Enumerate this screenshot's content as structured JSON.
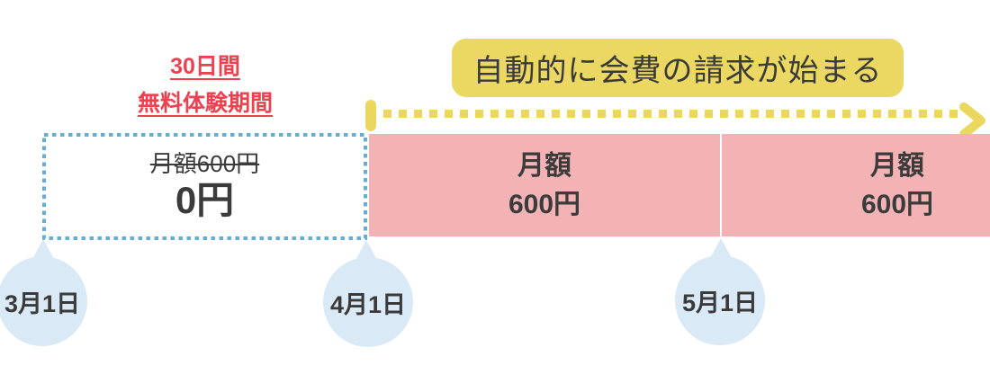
{
  "colors": {
    "pink": "#f3b2b4",
    "badge_yellow": "#ead862",
    "arrow_yellow": "#ebd75e",
    "dash_blue": "#66add4",
    "balloon_blue": "#d9eaf6",
    "accent_red": "#ee4150",
    "text_dark": "#3a3a3a"
  },
  "trial_label": {
    "line1": "30日間",
    "line2": "無料体験期間"
  },
  "billing_badge": {
    "label": "自動的に会費の請求が始まる"
  },
  "trial_box": {
    "original_price": "月額600円",
    "price": "0円"
  },
  "paid_boxes": [
    {
      "line1": "月額",
      "line2": "600円"
    },
    {
      "line1": "月額",
      "line2": "600円"
    }
  ],
  "dates": [
    "3月1日",
    "4月1日",
    "5月1日"
  ]
}
